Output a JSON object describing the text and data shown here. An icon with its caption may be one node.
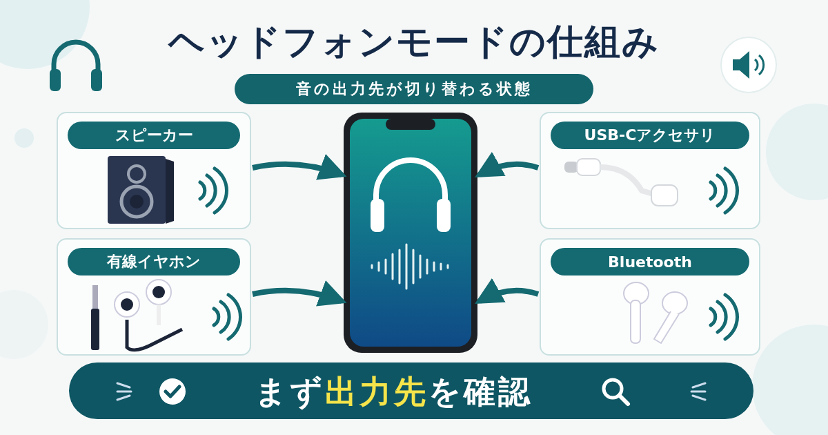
{
  "diagram": {
    "title": "ヘッドフォンモードの仕組み",
    "nodes": [
      {
        "text": [
          "音の出力先が切り替わる状態"
        ]
      },
      {
        "text": [
          "スピーカー"
        ]
      },
      {
        "text": [
          "有線イヤホン"
        ]
      },
      {
        "text": [],
        "shape": "picture"
      },
      {
        "text": [
          "USB-Cアクセサリ"
        ]
      },
      {
        "text": [
          "Bluetooth"
        ]
      },
      {
        "text": [
          "まず**出力先**を確認"
        ]
      }
    ],
    "edges": [
      {
        "from": 1,
        "to": 3,
        "arrow": "to"
      },
      {
        "from": 2,
        "to": 3,
        "arrow": "to"
      },
      {
        "from": 4,
        "to": 3,
        "arrow": "to"
      },
      {
        "from": 5,
        "to": 3,
        "arrow": "to"
      }
    ]
  }
}
